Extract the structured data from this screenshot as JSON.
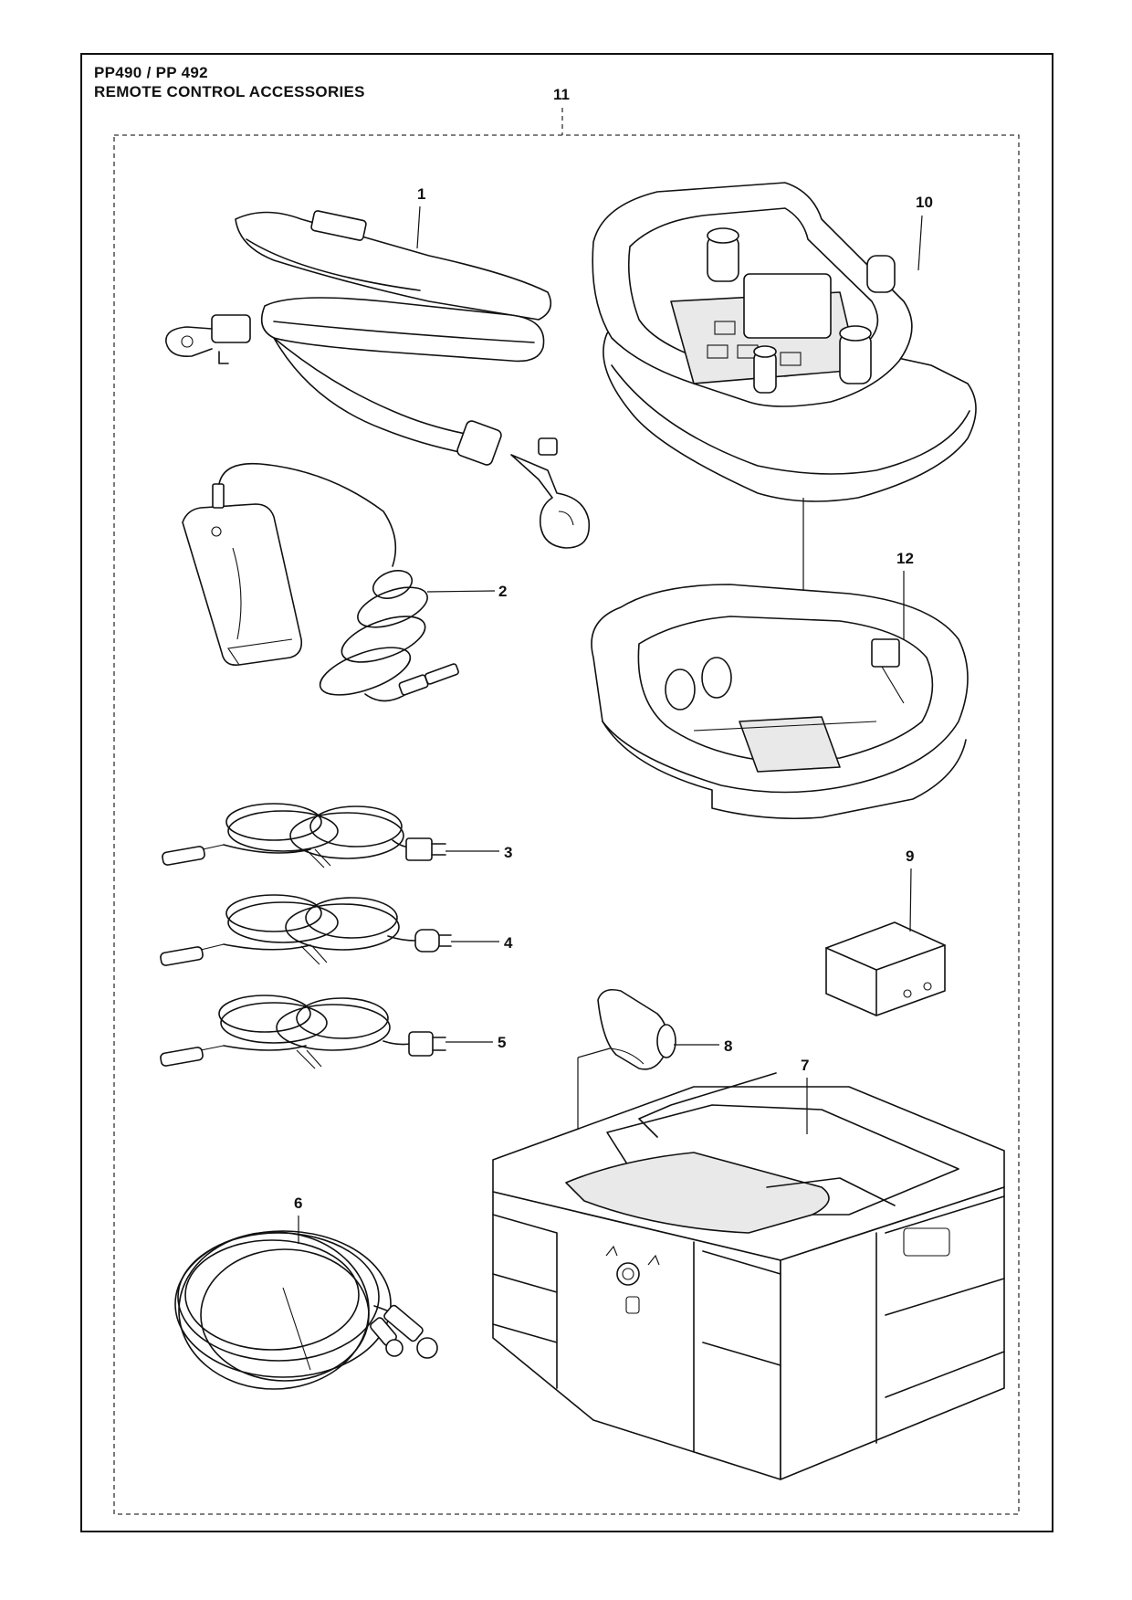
{
  "header": {
    "model": "PP490 / PP 492",
    "title": "REMOTE CONTROL ACCESSORIES"
  },
  "callouts": [
    "1",
    "2",
    "3",
    "4",
    "5",
    "6",
    "7",
    "8",
    "9",
    "10",
    "11",
    "12"
  ],
  "parts": [
    {
      "id": "1",
      "icon": "shoulder-strap-icon"
    },
    {
      "id": "2",
      "icon": "battery-charger-icon"
    },
    {
      "id": "3",
      "icon": "power-cord-icon"
    },
    {
      "id": "4",
      "icon": "power-cord-icon"
    },
    {
      "id": "5",
      "icon": "power-cord-icon"
    },
    {
      "id": "6",
      "icon": "control-cable-icon"
    },
    {
      "id": "7",
      "icon": "carrying-case-icon"
    },
    {
      "id": "8",
      "icon": "holder-icon"
    },
    {
      "id": "9",
      "icon": "battery-icon"
    },
    {
      "id": "10",
      "icon": "remote-control-icon"
    },
    {
      "id": "11",
      "icon": "kit-boundary-icon"
    },
    {
      "id": "12",
      "icon": "remote-holder-icon"
    }
  ]
}
